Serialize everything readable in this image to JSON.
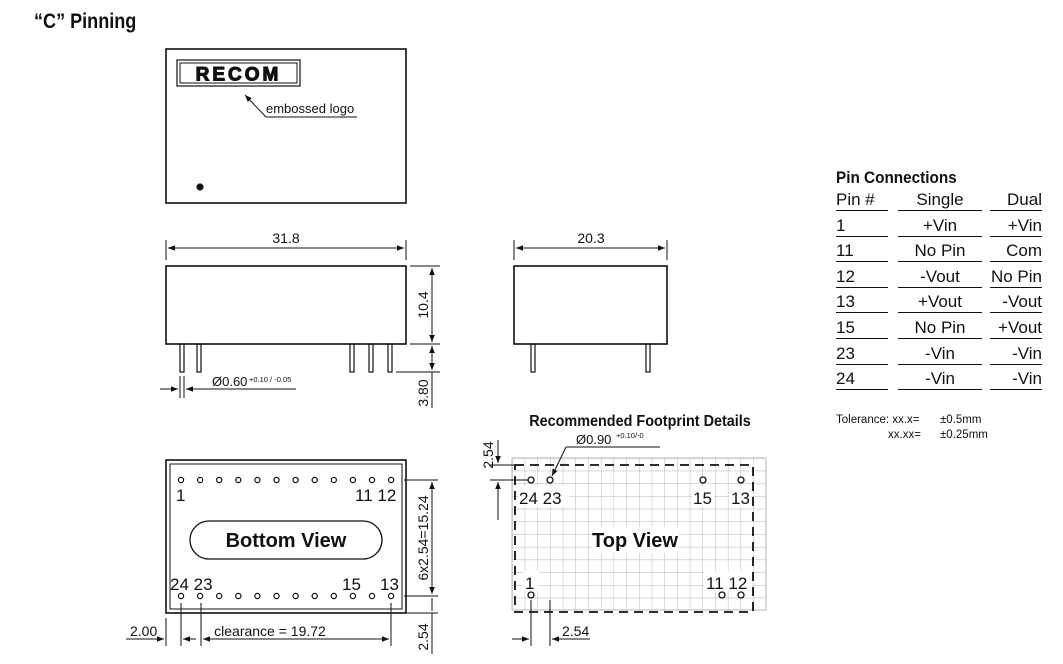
{
  "title": "“C” Pinning",
  "logo": {
    "text": "RECOM",
    "note": "embossed logo"
  },
  "dimensions": {
    "length": "31.8",
    "width": "20.3",
    "height": "10.4",
    "pin_length": "3.80",
    "pin_diameter": "Ø0.60",
    "pin_diameter_tol": "+0.10 / -0.05",
    "row_spacing": "6x2.54=15.24",
    "edge_offset": "2.00",
    "clearance": "clearance = 19.72",
    "bottom_offset": "2.54"
  },
  "bottom_view": {
    "label": "Bottom View",
    "top_row_labels": [
      "1",
      "11 12"
    ],
    "bottom_row_labels": [
      "24 23",
      "15",
      "13"
    ]
  },
  "footprint": {
    "title": "Recommended Footprint Details",
    "hole_diameter": "Ø0.90",
    "hole_tol": "+0.10/-0",
    "pitch_vertical": "2.54",
    "pitch_horizontal": "2.54",
    "label": "Top View",
    "top_labels": [
      "24 23",
      "15",
      "13"
    ],
    "bottom_labels": [
      "1",
      "11 12"
    ]
  },
  "pin_connections": {
    "title": "Pin Connections",
    "headers": [
      "Pin #",
      "Single",
      "Dual"
    ],
    "rows": [
      [
        "1",
        "+Vin",
        "+Vin"
      ],
      [
        "11",
        "No Pin",
        "Com"
      ],
      [
        "12",
        "-Vout",
        "No Pin"
      ],
      [
        "13",
        "+Vout",
        "-Vout"
      ],
      [
        "15",
        "No Pin",
        "+Vout"
      ],
      [
        "23",
        "-Vin",
        "-Vin"
      ],
      [
        "24",
        "-Vin",
        "-Vin"
      ]
    ]
  },
  "tolerance": {
    "row1_key": "Tolerance: xx.x=",
    "row1_val": "±0.5mm",
    "row2_key": "xx.xx=",
    "row2_val": "±0.25mm"
  }
}
